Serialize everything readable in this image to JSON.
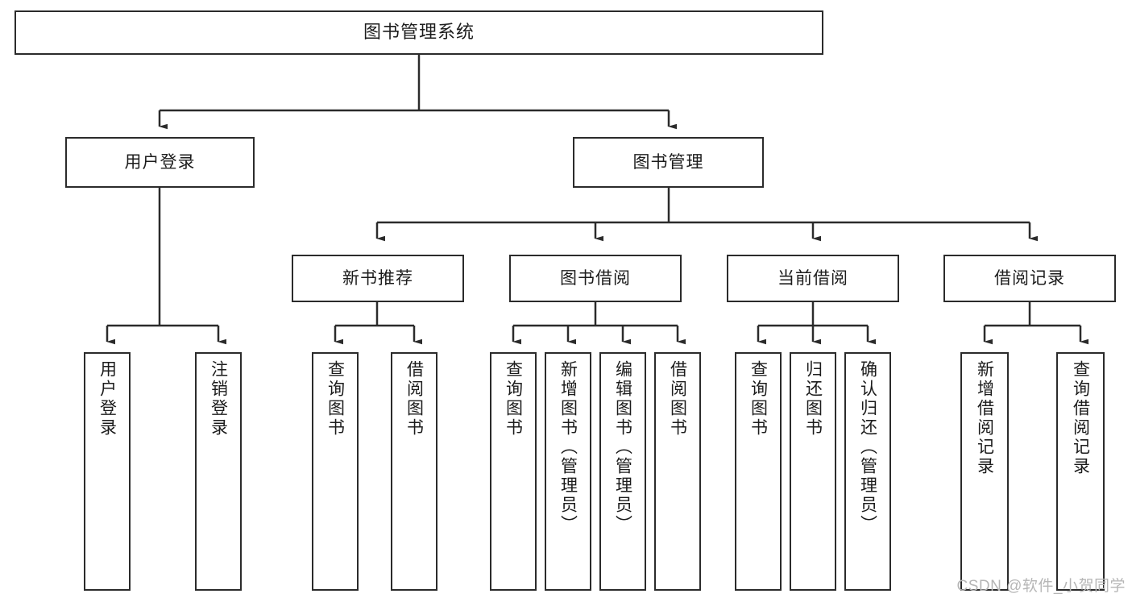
{
  "diagram": {
    "title": "图书管理系统",
    "type": "tree",
    "watermark": "CSDN @软件_小贺同学",
    "colors": {
      "border": "#2b2b2b",
      "background": "#ffffff",
      "text": "#1c1c1c",
      "connector": "#2b2b2b",
      "watermark": "#b6b6b6"
    },
    "levels": {
      "root": [
        "图书管理系统"
      ],
      "level2": [
        "用户登录",
        "图书管理"
      ],
      "level3": [
        "新书推荐",
        "图书借阅",
        "当前借阅",
        "借阅记录"
      ],
      "leaves": [
        "用户登录",
        "注销登录",
        "查询图书",
        "借阅图书",
        "查询图书",
        "新增图书（管理员）",
        "编辑图书（管理员）",
        "借阅图书",
        "查询图书",
        "归还图书",
        "确认归还（管理员）",
        "新增借阅记录",
        "查询借阅记录"
      ]
    },
    "nodes": {
      "root": {
        "label": "图书管理系统"
      },
      "user_login": {
        "label": "用户登录"
      },
      "book_manage": {
        "label": "图书管理"
      },
      "new_book_rec": {
        "label": "新书推荐"
      },
      "book_borrow": {
        "label": "图书借阅"
      },
      "current_borrow": {
        "label": "当前借阅"
      },
      "borrow_record": {
        "label": "借阅记录"
      },
      "leaf_user_login": {
        "label": "用户登录"
      },
      "leaf_logout": {
        "label": "注销登录"
      },
      "leaf_query_book_1": {
        "label": "查询图书"
      },
      "leaf_borrow_book_1": {
        "label": "借阅图书"
      },
      "leaf_query_book_2": {
        "label": "查询图书"
      },
      "leaf_add_book": {
        "label": "新增图书（管理员）"
      },
      "leaf_edit_book": {
        "label": "编辑图书（管理员）"
      },
      "leaf_borrow_book_2": {
        "label": "借阅图书"
      },
      "leaf_query_book_3": {
        "label": "查询图书"
      },
      "leaf_return_book": {
        "label": "归还图书"
      },
      "leaf_confirm_return": {
        "label": "确认归还（管理员）"
      },
      "leaf_add_record": {
        "label": "新增借阅记录"
      },
      "leaf_query_record": {
        "label": "查询借阅记录"
      }
    },
    "edges": [
      {
        "from": "root",
        "to": "user_login"
      },
      {
        "from": "root",
        "to": "book_manage"
      },
      {
        "from": "user_login",
        "to": "leaf_user_login"
      },
      {
        "from": "user_login",
        "to": "leaf_logout"
      },
      {
        "from": "book_manage",
        "to": "new_book_rec"
      },
      {
        "from": "book_manage",
        "to": "book_borrow"
      },
      {
        "from": "book_manage",
        "to": "current_borrow"
      },
      {
        "from": "book_manage",
        "to": "borrow_record"
      },
      {
        "from": "new_book_rec",
        "to": "leaf_query_book_1"
      },
      {
        "from": "new_book_rec",
        "to": "leaf_borrow_book_1"
      },
      {
        "from": "book_borrow",
        "to": "leaf_query_book_2"
      },
      {
        "from": "book_borrow",
        "to": "leaf_add_book"
      },
      {
        "from": "book_borrow",
        "to": "leaf_edit_book"
      },
      {
        "from": "book_borrow",
        "to": "leaf_borrow_book_2"
      },
      {
        "from": "current_borrow",
        "to": "leaf_query_book_3"
      },
      {
        "from": "current_borrow",
        "to": "leaf_return_book"
      },
      {
        "from": "current_borrow",
        "to": "leaf_confirm_return"
      },
      {
        "from": "borrow_record",
        "to": "leaf_add_record"
      },
      {
        "from": "borrow_record",
        "to": "leaf_query_record"
      }
    ]
  }
}
